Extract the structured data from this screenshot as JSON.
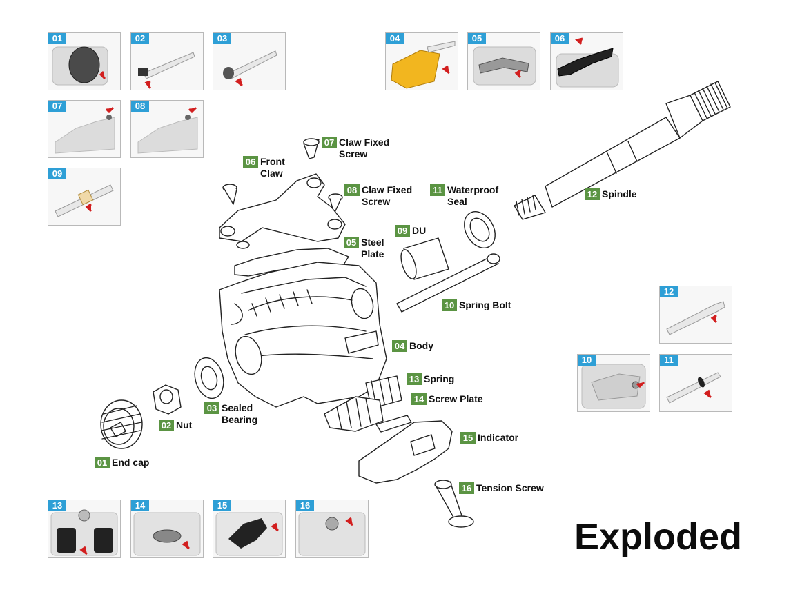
{
  "title": "Exploded",
  "parts": [
    {
      "num": "01",
      "name": "End cap"
    },
    {
      "num": "02",
      "name": "Nut"
    },
    {
      "num": "03",
      "name": "Sealed\nBearing"
    },
    {
      "num": "04",
      "name": "Body"
    },
    {
      "num": "05",
      "name": "Steel\nPlate"
    },
    {
      "num": "06",
      "name": "Front\nClaw"
    },
    {
      "num": "07",
      "name": "Claw Fixed\nScrew"
    },
    {
      "num": "08",
      "name": "Claw Fixed\nScrew"
    },
    {
      "num": "09",
      "name": "DU"
    },
    {
      "num": "10",
      "name": "Spring Bolt"
    },
    {
      "num": "11",
      "name": "Waterproof\nSeal"
    },
    {
      "num": "12",
      "name": "Spindle"
    },
    {
      "num": "13",
      "name": "Spring"
    },
    {
      "num": "14",
      "name": "Screw Plate"
    },
    {
      "num": "15",
      "name": "Indicator"
    },
    {
      "num": "16",
      "name": "Tension Screw"
    }
  ],
  "thumbnails": [
    "01",
    "02",
    "03",
    "04",
    "05",
    "06",
    "07",
    "08",
    "09",
    "10",
    "11",
    "12",
    "13",
    "14",
    "15",
    "16"
  ],
  "colors": {
    "badge_green": "#5b9443",
    "thumb_blue": "#2e9fd6",
    "arrow_red": "#d21f1f",
    "highlight_yellow": "#f2b61f"
  }
}
